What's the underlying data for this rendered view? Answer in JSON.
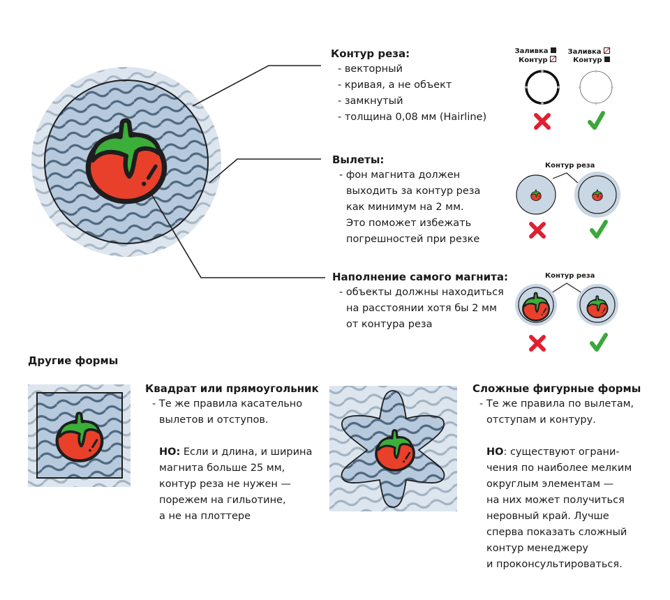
{
  "colors": {
    "bleed_light": "#dde6ef",
    "bleed_mid": "#c9d6e3",
    "inner_fill": "#b7c9dc",
    "wave_outer": "#a4b3c2",
    "wave_inner": "#4f6880",
    "tomato": "#e8402a",
    "leaf": "#3cae3a",
    "outline": "#1e1e1e",
    "cross": "#e02030",
    "check": "#3aa83a"
  },
  "cut_contour": {
    "title": "Контур реза:",
    "items": [
      "- векторный",
      "- кривая, а не объект",
      "- замкнутый",
      "- толщина 0,08 мм (Hairline)"
    ],
    "example_bad": {
      "fill_label": "Заливка",
      "contour_label": "Контур",
      "verdict": "wrong-cross-icon"
    },
    "example_good": {
      "fill_label": "Заливка",
      "contour_label": "Контур",
      "verdict": "correct-check-icon"
    }
  },
  "bleeds": {
    "title": "Вылеты:",
    "lines": [
      "- фон магнита должен",
      "выходить за контур реза",
      "как минимум на 2 мм.",
      "Это поможет избежать",
      "погрешностей при резке"
    ],
    "example_label": "Контур реза"
  },
  "fill": {
    "title": "Наполнение самого магнита:",
    "lines": [
      "- объекты должны находиться",
      "на расстоянии хотя бы 2 мм",
      "от контура реза"
    ],
    "example_label": "Контур реза"
  },
  "other_shapes": {
    "title": "Другие формы",
    "square": {
      "title": "Квадрат или прямоугольник",
      "lines": [
        "- Те же правила касательно",
        "вылетов и отступов."
      ],
      "note_bold": "НО:",
      "note_first": " Если и длина, и ширина",
      "note_lines": [
        "магнита больше 25 мм,",
        "контур реза не нужен —",
        "порежем на гильотине,",
        "а не на плоттере"
      ]
    },
    "complex": {
      "title": "Сложные фигурные формы",
      "lines": [
        "- Те же правила по вылетам,",
        "отступам и контуру."
      ],
      "note_bold": "НО",
      "note_first": ": существуют ограни-",
      "note_lines": [
        "чения по наиболее мелким",
        "округлым элементам —",
        "на них может получиться",
        "неровный край. Лучше",
        "сперва показать сложный",
        "контур менеджеру",
        "и проконсультироваться."
      ]
    }
  }
}
